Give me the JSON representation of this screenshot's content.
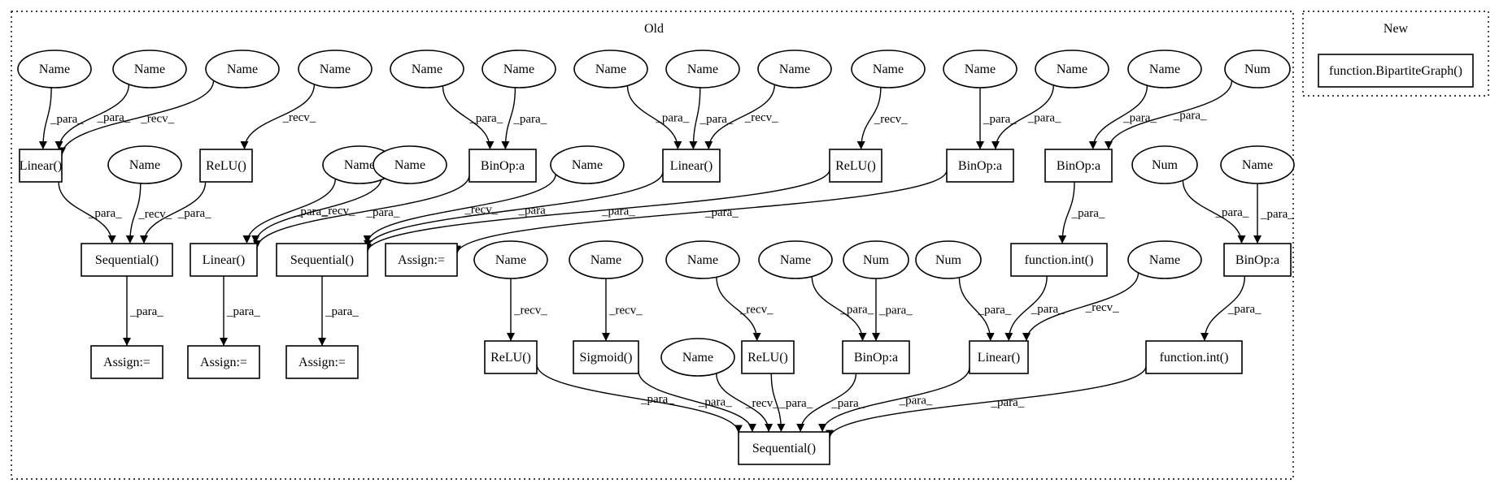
{
  "clusters": [
    {
      "id": "old",
      "label": "Old"
    },
    {
      "id": "new",
      "label": "New"
    }
  ],
  "nodes": [
    {
      "id": "n1",
      "label": "Name",
      "shape": "ellipse"
    },
    {
      "id": "n2",
      "label": "Name",
      "shape": "ellipse"
    },
    {
      "id": "n3",
      "label": "Name",
      "shape": "ellipse"
    },
    {
      "id": "n4",
      "label": "Name",
      "shape": "ellipse"
    },
    {
      "id": "n5",
      "label": "Name",
      "shape": "ellipse"
    },
    {
      "id": "n6",
      "label": "Name",
      "shape": "ellipse"
    },
    {
      "id": "n7",
      "label": "Name",
      "shape": "ellipse"
    },
    {
      "id": "n8",
      "label": "Name",
      "shape": "ellipse"
    },
    {
      "id": "n9",
      "label": "Name",
      "shape": "ellipse"
    },
    {
      "id": "n10",
      "label": "Name",
      "shape": "ellipse"
    },
    {
      "id": "n11",
      "label": "Name",
      "shape": "ellipse"
    },
    {
      "id": "n12",
      "label": "Name",
      "shape": "ellipse"
    },
    {
      "id": "n13",
      "label": "Name",
      "shape": "ellipse"
    },
    {
      "id": "n14",
      "label": "Name",
      "shape": "ellipse"
    },
    {
      "id": "n15",
      "label": "Num",
      "shape": "ellipse"
    },
    {
      "id": "lin1",
      "label": "Linear()",
      "shape": "box"
    },
    {
      "id": "relu1",
      "label": "ReLU()",
      "shape": "box"
    },
    {
      "id": "bin1",
      "label": "BinOp:a",
      "shape": "box"
    },
    {
      "id": "lin2",
      "label": "Linear()",
      "shape": "box"
    },
    {
      "id": "relu2",
      "label": "ReLU()",
      "shape": "box"
    },
    {
      "id": "bin2",
      "label": "BinOp:a",
      "shape": "box"
    },
    {
      "id": "bin3",
      "label": "BinOp:a",
      "shape": "box"
    },
    {
      "id": "n16",
      "label": "Name",
      "shape": "ellipse"
    },
    {
      "id": "n17",
      "label": "Name",
      "shape": "ellipse"
    },
    {
      "id": "n18",
      "label": "Name",
      "shape": "ellipse"
    },
    {
      "id": "n19",
      "label": "Name",
      "shape": "ellipse"
    },
    {
      "id": "n20",
      "label": "Num",
      "shape": "ellipse"
    },
    {
      "id": "n21",
      "label": "Name",
      "shape": "ellipse"
    },
    {
      "id": "seq1",
      "label": "Sequential()",
      "shape": "box"
    },
    {
      "id": "lin3",
      "label": "Linear()",
      "shape": "box"
    },
    {
      "id": "seq2",
      "label": "Sequential()",
      "shape": "box"
    },
    {
      "id": "asg1",
      "label": "Assign:=",
      "shape": "box"
    },
    {
      "id": "fint1",
      "label": "function.int()",
      "shape": "box"
    },
    {
      "id": "bin4",
      "label": "BinOp:a",
      "shape": "box"
    },
    {
      "id": "n22",
      "label": "Name",
      "shape": "ellipse"
    },
    {
      "id": "n23",
      "label": "Name",
      "shape": "ellipse"
    },
    {
      "id": "n24",
      "label": "Name",
      "shape": "ellipse"
    },
    {
      "id": "n25",
      "label": "Name",
      "shape": "ellipse"
    },
    {
      "id": "n26",
      "label": "Num",
      "shape": "ellipse"
    },
    {
      "id": "n27",
      "label": "Num",
      "shape": "ellipse"
    },
    {
      "id": "n28",
      "label": "Name",
      "shape": "ellipse"
    },
    {
      "id": "asg2",
      "label": "Assign:=",
      "shape": "box"
    },
    {
      "id": "asg3",
      "label": "Assign:=",
      "shape": "box"
    },
    {
      "id": "asg4",
      "label": "Assign:=",
      "shape": "box"
    },
    {
      "id": "relu3",
      "label": "ReLU()",
      "shape": "box"
    },
    {
      "id": "sig1",
      "label": "Sigmoid()",
      "shape": "box"
    },
    {
      "id": "relu4",
      "label": "ReLU()",
      "shape": "box"
    },
    {
      "id": "bin5",
      "label": "BinOp:a",
      "shape": "box"
    },
    {
      "id": "lin4",
      "label": "Linear()",
      "shape": "box"
    },
    {
      "id": "fint2",
      "label": "function.int()",
      "shape": "box"
    },
    {
      "id": "n29",
      "label": "Name",
      "shape": "ellipse"
    },
    {
      "id": "seq3",
      "label": "Sequential()",
      "shape": "box"
    },
    {
      "id": "bg",
      "label": "function.BipartiteGraph()",
      "shape": "box"
    }
  ],
  "edges": [
    {
      "from": "n1",
      "to": "lin1",
      "label": "_para_"
    },
    {
      "from": "n2",
      "to": "lin1",
      "label": "_para_"
    },
    {
      "from": "n3",
      "to": "lin1",
      "label": "_recv_"
    },
    {
      "from": "n4",
      "to": "relu1",
      "label": "_recv_"
    },
    {
      "from": "n5",
      "to": "bin1",
      "label": "_para_"
    },
    {
      "from": "n6",
      "to": "bin1",
      "label": "_para_"
    },
    {
      "from": "n7",
      "to": "lin2",
      "label": "_para_"
    },
    {
      "from": "n8",
      "to": "lin2",
      "label": "_para_"
    },
    {
      "from": "n9",
      "to": "lin2",
      "label": "_recv_"
    },
    {
      "from": "n10",
      "to": "relu2",
      "label": "_recv_"
    },
    {
      "from": "n11",
      "to": "bin2",
      "label": "_para_"
    },
    {
      "from": "n12",
      "to": "bin2",
      "label": "_para_"
    },
    {
      "from": "n13",
      "to": "bin3",
      "label": "_para_"
    },
    {
      "from": "n15",
      "to": "bin3",
      "label": "_para_"
    },
    {
      "from": "lin1",
      "to": "seq1",
      "label": "_para_"
    },
    {
      "from": "n16",
      "to": "seq1",
      "label": "_recv_"
    },
    {
      "from": "relu1",
      "to": "seq1",
      "label": "_para_"
    },
    {
      "from": "n17",
      "to": "lin3",
      "label": "_para_"
    },
    {
      "from": "n18",
      "to": "lin3",
      "label": "_recv_"
    },
    {
      "from": "bin1",
      "to": "lin3",
      "label": "_para_"
    },
    {
      "from": "n19",
      "to": "seq2",
      "label": "_recv_"
    },
    {
      "from": "lin2",
      "to": "seq2",
      "label": "_para_"
    },
    {
      "from": "relu2",
      "to": "seq2",
      "label": "_para_"
    },
    {
      "from": "bin2",
      "to": "asg1",
      "label": "_para_"
    },
    {
      "from": "bin3",
      "to": "fint1",
      "label": "_para_"
    },
    {
      "from": "n20",
      "to": "bin4",
      "label": "_para_"
    },
    {
      "from": "n21",
      "to": "bin4",
      "label": "_para_"
    },
    {
      "from": "seq1",
      "to": "asg2",
      "label": "_para_"
    },
    {
      "from": "lin3",
      "to": "asg3",
      "label": "_para_"
    },
    {
      "from": "seq2",
      "to": "asg4",
      "label": "_para_"
    },
    {
      "from": "n22",
      "to": "relu3",
      "label": "_recv_"
    },
    {
      "from": "n23",
      "to": "sig1",
      "label": "_recv_"
    },
    {
      "from": "n24",
      "to": "relu4",
      "label": "_recv_"
    },
    {
      "from": "n25",
      "to": "bin5",
      "label": "_para_"
    },
    {
      "from": "n26",
      "to": "bin5",
      "label": "_para_"
    },
    {
      "from": "n27",
      "to": "lin4",
      "label": "_para_"
    },
    {
      "from": "fint1",
      "to": "lin4",
      "label": "_para_"
    },
    {
      "from": "n28",
      "to": "lin4",
      "label": "_recv_"
    },
    {
      "from": "bin4",
      "to": "fint2",
      "label": "_para_"
    },
    {
      "from": "relu3",
      "to": "seq3",
      "label": "_para_"
    },
    {
      "from": "sig1",
      "to": "seq3",
      "label": "_para_"
    },
    {
      "from": "n29",
      "to": "seq3",
      "label": "_recv_"
    },
    {
      "from": "relu4",
      "to": "seq3",
      "label": "_para_"
    },
    {
      "from": "bin5",
      "to": "seq3",
      "label": "_para_"
    },
    {
      "from": "lin4",
      "to": "seq3",
      "label": "_para_"
    },
    {
      "from": "fint2",
      "to": "seq3",
      "label": "_para_"
    }
  ]
}
